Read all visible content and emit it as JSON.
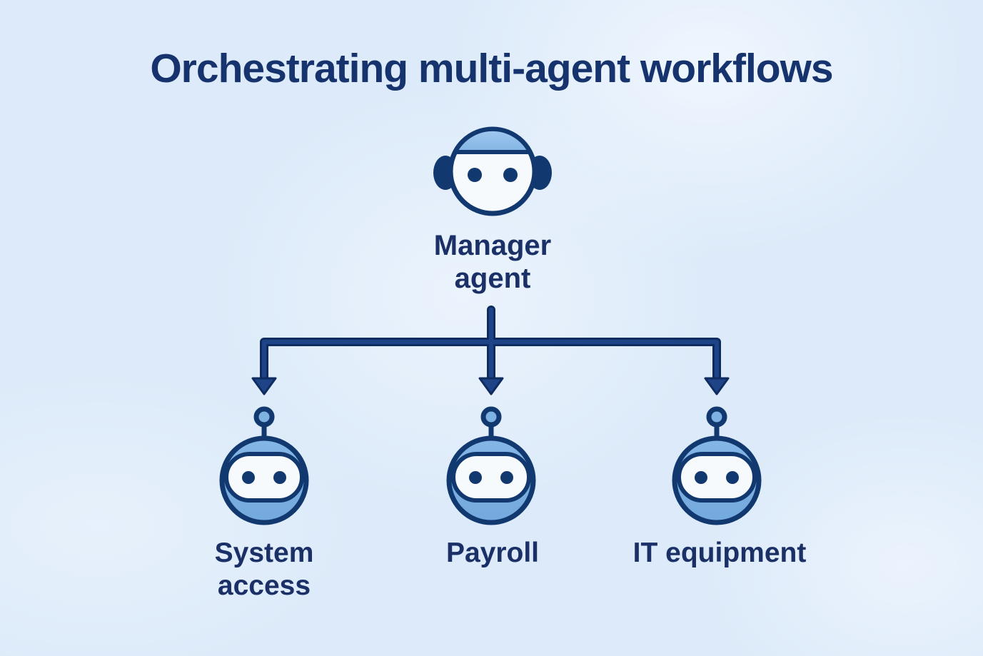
{
  "title": "Orchestrating multi-agent workflows",
  "colors": {
    "background": "#dceaf9",
    "background_highlight": "#eff6fe",
    "title_navy": "#16336e",
    "text_navy": "#1a3066",
    "navy_outline": "#11386f",
    "line_outer": "#0e2c60",
    "line_inner": "#1e4387",
    "robot_body_blue": "#74a9dd",
    "robot_body_blue_light": "#84b6e6",
    "robot_cap_blue": "#82b4e4",
    "robot_cap_blue_light": "#a2c9ef",
    "antenna_blue": "#7db2e3",
    "robot_face": "#f6fafd"
  },
  "diagram": {
    "manager": {
      "label": "Manager\nagent",
      "icon": "manager-robot-icon"
    },
    "workers": [
      {
        "id": "system-access",
        "label": "System\naccess",
        "icon": "worker-robot-icon"
      },
      {
        "id": "payroll",
        "label": "Payroll",
        "icon": "worker-robot-icon"
      },
      {
        "id": "it-equipment",
        "label": "IT equipment",
        "icon": "worker-robot-icon"
      }
    ]
  }
}
